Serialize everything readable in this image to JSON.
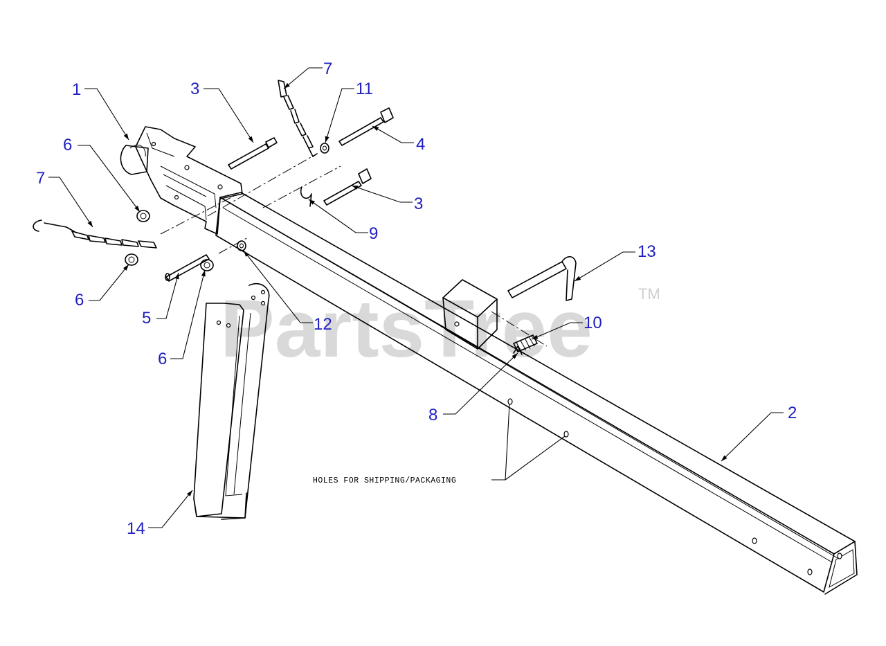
{
  "watermark": {
    "text": "PartsTree",
    "tm": "TM"
  },
  "note": {
    "text": "HOLES FOR SHIPPING/PACKAGING"
  },
  "callouts": [
    {
      "id": "c1",
      "label": "1"
    },
    {
      "id": "c2",
      "label": "2"
    },
    {
      "id": "c3a",
      "label": "3"
    },
    {
      "id": "c3b",
      "label": "3"
    },
    {
      "id": "c4",
      "label": "4"
    },
    {
      "id": "c5",
      "label": "5"
    },
    {
      "id": "c6a",
      "label": "6"
    },
    {
      "id": "c6b",
      "label": "6"
    },
    {
      "id": "c6c",
      "label": "6"
    },
    {
      "id": "c7a",
      "label": "7"
    },
    {
      "id": "c7b",
      "label": "7"
    },
    {
      "id": "c8",
      "label": "8"
    },
    {
      "id": "c9",
      "label": "9"
    },
    {
      "id": "c10",
      "label": "10"
    },
    {
      "id": "c11",
      "label": "11"
    },
    {
      "id": "c12",
      "label": "12"
    },
    {
      "id": "c13",
      "label": "13"
    },
    {
      "id": "c14",
      "label": "14"
    }
  ],
  "colors": {
    "callout": "#1f1fbf",
    "line": "#000000",
    "watermark": "#d9d9d9"
  }
}
